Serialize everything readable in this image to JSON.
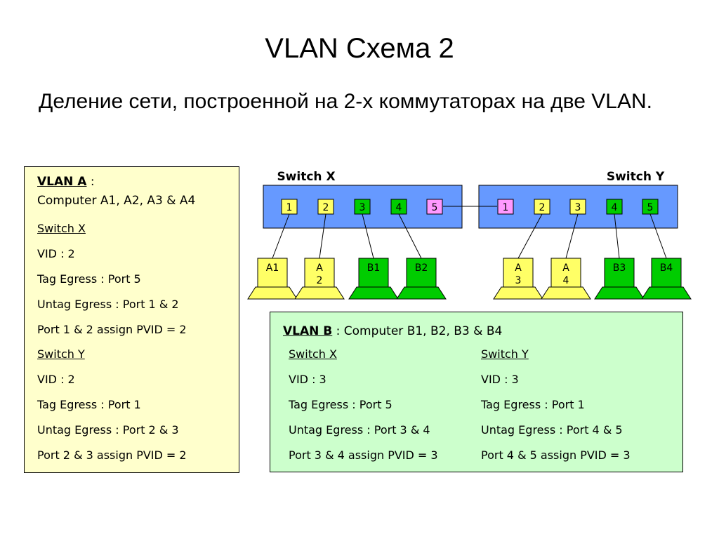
{
  "title": "VLAN Схема 2",
  "subtitle": "Деление сети, построенной на 2-х коммутаторах на две VLAN.",
  "vlan_a": {
    "name": "VLAN A",
    "colon": " :",
    "computers": "Computer A1, A2, A3 & A4",
    "switch_x": {
      "label": "Switch X",
      "vid": "VID : 2",
      "tag_egress": "Tag Egress : Port 5",
      "untag_egress": "Untag Egress : Port 1 & 2",
      "pvid": "Port 1 & 2 assign PVID = 2"
    },
    "switch_y": {
      "label": "Switch Y",
      "vid": "VID : 2",
      "tag_egress": "Tag Egress : Port 1",
      "untag_egress": "Untag Egress : Port 2 & 3",
      "pvid": "Port 2 & 3 assign PVID = 2"
    }
  },
  "vlan_b": {
    "name": "VLAN B",
    "computers": " : Computer B1, B2, B3 & B4",
    "switch_x": {
      "label": "Switch X",
      "vid": "VID : 3",
      "tag_egress": "Tag Egress : Port 5",
      "untag_egress": "Untag Egress : Port 3 & 4",
      "pvid": "Port 3 & 4 assign PVID = 3"
    },
    "switch_y": {
      "label": "Switch Y",
      "vid": "VID : 3",
      "tag_egress": "Tag Egress : Port 1",
      "untag_egress": "Untag Egress : Port 4 & 5",
      "pvid": "Port 4 & 5 assign PVID = 3"
    }
  },
  "diagram": {
    "switch_x_label": "Switch X",
    "switch_y_label": "Switch Y",
    "switch_x_ports": [
      "1",
      "2",
      "3",
      "4",
      "5"
    ],
    "switch_y_ports": [
      "1",
      "2",
      "3",
      "4",
      "5"
    ],
    "computers_x": [
      "A1",
      "A 2",
      "B1",
      "B2"
    ],
    "computers_y": [
      "A 3",
      "A 4",
      "B3",
      "B4"
    ],
    "colors": {
      "switch_fill": "#6699ff",
      "port_a": "#ffff66",
      "port_b": "#00cc00",
      "port_trunk": "#ff99ff",
      "computer_a": "#ffff66",
      "computer_b": "#00cc00",
      "box_a": "#ffffcc",
      "box_b": "#ccffcc"
    }
  }
}
